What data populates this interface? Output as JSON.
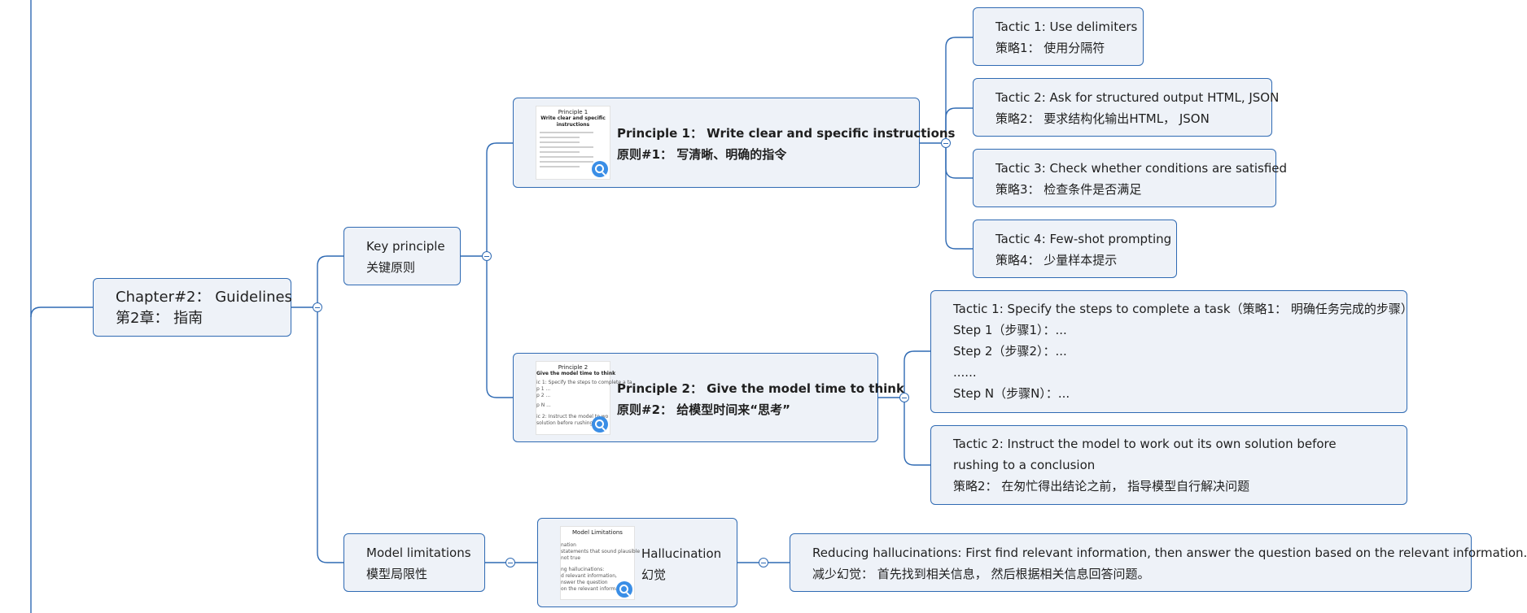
{
  "chapter": {
    "en": "Chapter#2： Guidelines",
    "zh": "第2章：  指南"
  },
  "key_principle": {
    "en": "Key principle",
    "zh": "关键原则"
  },
  "model_limitations": {
    "en": "Model limitations",
    "zh": "模型局限性"
  },
  "principle1": {
    "en": "Principle 1：  Write clear and specific instructions",
    "zh": "原则#1：  写清晰、明确的指令",
    "thumb_title": "Principle 1",
    "thumb_sub": "Write clear and specific instructions"
  },
  "principle2": {
    "en": "Principle 2：  Give the model time to think",
    "zh": "原则#2：  给模型时间来“思考”",
    "thumb_title": "Principle 2",
    "thumb_sub": "Give the model time to think",
    "thumb_lines": [
      "ic 1: Specify the steps to complete a ta",
      "p 1 ...",
      "p 2 ...",
      "p N ...",
      "ic 2: Instruct the model to wo",
      "solution before rushing to c"
    ]
  },
  "tactics1": [
    {
      "en": "Tactic 1: Use delimiters",
      "zh": "策略1：  使用分隔符"
    },
    {
      "en": "Tactic 2: Ask for structured output HTML, JSON",
      "zh": "策略2：  要求结构化输出HTML，  JSON"
    },
    {
      "en": "Tactic 3: Check whether conditions are satisfied",
      "zh": "策略3：  检查条件是否满足"
    },
    {
      "en": "Tactic 4: Few-shot prompting",
      "zh": "策略4：  少量样本提示"
    }
  ],
  "tactics2": {
    "t1": {
      "title": "Tactic 1: Specify the steps to complete a task（策略1：  明确任务完成的步骤）",
      "step1": "Step 1（步骤1）：...",
      "step2": "Step 2（步骤2）：...",
      "dots": "......",
      "stepN": "Step N（步骤N）：..."
    },
    "t2": {
      "en": "Tactic 2: Instruct the model to work out its own solution before rushing to a conclusion",
      "zh": "策略2：  在匆忙得出结论之前，  指导模型自行解决问题"
    }
  },
  "hallucination": {
    "en": "Hallucination",
    "zh": "幻觉",
    "thumb_title": "Model Limitations",
    "thumb_lines": [
      "nation",
      "statements that sound plausible",
      "not true",
      "ng hallucinations:",
      "d relevant information,",
      "nswer the question",
      "on the relevant information"
    ]
  },
  "reducing": {
    "en": "Reducing hallucinations: First find relevant information, then answer the question based on the relevant information.",
    "zh": "减少幻觉：  首先找到相关信息，  然后根据相关信息回答问题。"
  },
  "colors": {
    "line": "#2f6ab3",
    "node_bg": "#eef2f8",
    "zoom": "#3a8ee6"
  }
}
